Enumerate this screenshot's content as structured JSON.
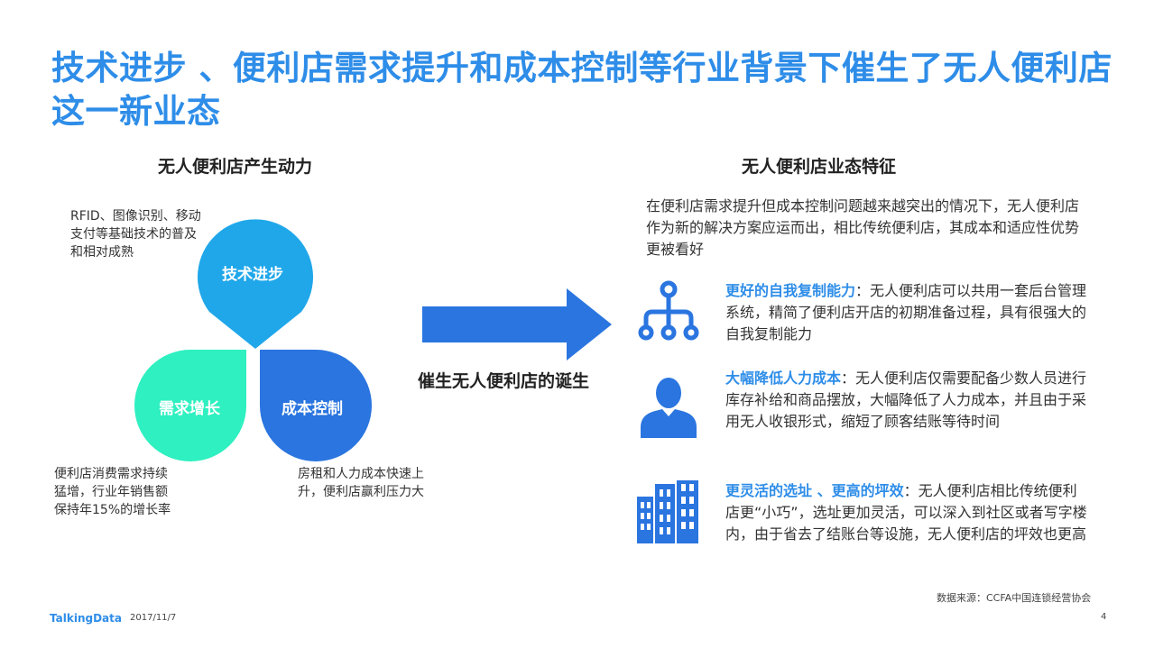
{
  "title": "技术进步 、便利店需求提升和成本控制等行业背景下催生了无人便利店这一新业态",
  "left": {
    "heading": "无人便利店产生动力",
    "petals": {
      "tech": "技术进步",
      "demand": "需求增长",
      "cost": "成本控制"
    },
    "notes": {
      "tech": "RFID、图像识别、移动支付等基础技术的普及和相对成熟",
      "demand": "便利店消费需求持续猛增，行业年销售额保持年15%的增长率",
      "cost": "房租和人力成本快速上升，便利店赢利压力大"
    },
    "colors": {
      "tech": "#1fa7ea",
      "demand": "#2ef0c0",
      "cost": "#2a75e0"
    }
  },
  "arrow_caption": "催生无人便利店的诞生",
  "right": {
    "heading": "无人便利店业态特征",
    "intro": "在便利店需求提升但成本控制问题越来越突出的情况下，无人便利店作为新的解决方案应运而出，相比传统便利店，其成本和适应性优势更被看好",
    "features": [
      {
        "icon": "hierarchy-icon",
        "highlight": "更好的自我复制能力",
        "text": "：无人便利店可以共用一套后台管理系统，精简了便利店开店的初期准备过程，具有很强大的自我复制能力"
      },
      {
        "icon": "person-icon",
        "highlight": "大幅降低人力成本",
        "text": "：无人便利店仅需要配备少数人员进行库存补给和商品摆放，大幅降低了人力成本，并且由于采用无人收银形式，缩短了顾客结账等待时间"
      },
      {
        "icon": "buildings-icon",
        "highlight": "更灵活的选址 、更高的坪效",
        "text": "：无人便利店相比传统便利店更“小巧”，选址更加灵活，可以深入到社区或者写字楼内，由于省去了结账台等设施，无人便利店的坪效也更高"
      }
    ]
  },
  "footer": {
    "source": "数据来源：CCFA中国连锁经营协会",
    "logo": "TalkingData",
    "date": "2017/11/7",
    "page": "4"
  },
  "accent": "#2e8de8"
}
